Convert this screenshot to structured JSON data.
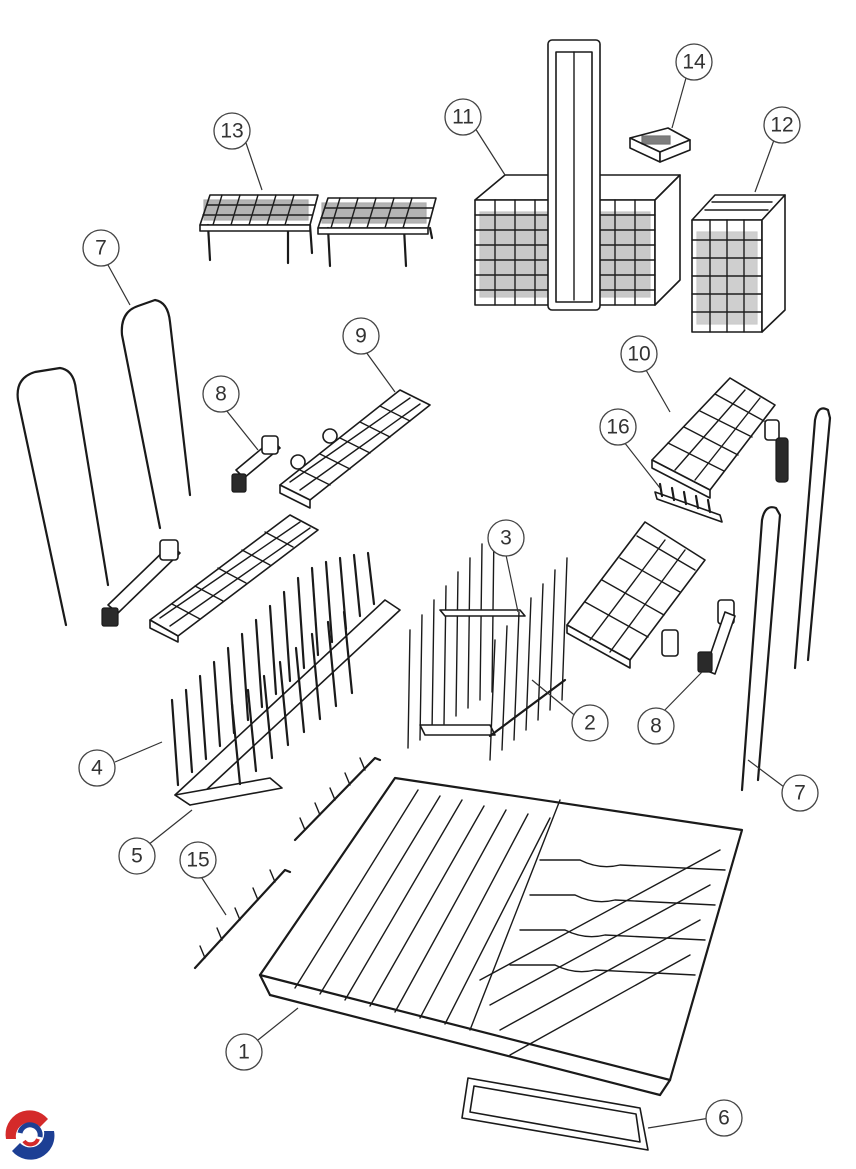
{
  "callouts": [
    {
      "id": "c1",
      "label": "1"
    },
    {
      "id": "c2",
      "label": "2"
    },
    {
      "id": "c3",
      "label": "3"
    },
    {
      "id": "c4",
      "label": "4"
    },
    {
      "id": "c5",
      "label": "5"
    },
    {
      "id": "c6",
      "label": "6"
    },
    {
      "id": "c7a",
      "label": "7"
    },
    {
      "id": "c7b",
      "label": "7"
    },
    {
      "id": "c8a",
      "label": "8"
    },
    {
      "id": "c8b",
      "label": "8"
    },
    {
      "id": "c9",
      "label": "9"
    },
    {
      "id": "c10",
      "label": "10"
    },
    {
      "id": "c11",
      "label": "11"
    },
    {
      "id": "c12",
      "label": "12"
    },
    {
      "id": "c13",
      "label": "13"
    },
    {
      "id": "c14",
      "label": "14"
    },
    {
      "id": "c15",
      "label": "15"
    },
    {
      "id": "c16",
      "label": "16"
    }
  ],
  "colors": {
    "logo_red": "#d42a2a",
    "logo_blue": "#1d3f94",
    "line": "#1a1a1a"
  }
}
